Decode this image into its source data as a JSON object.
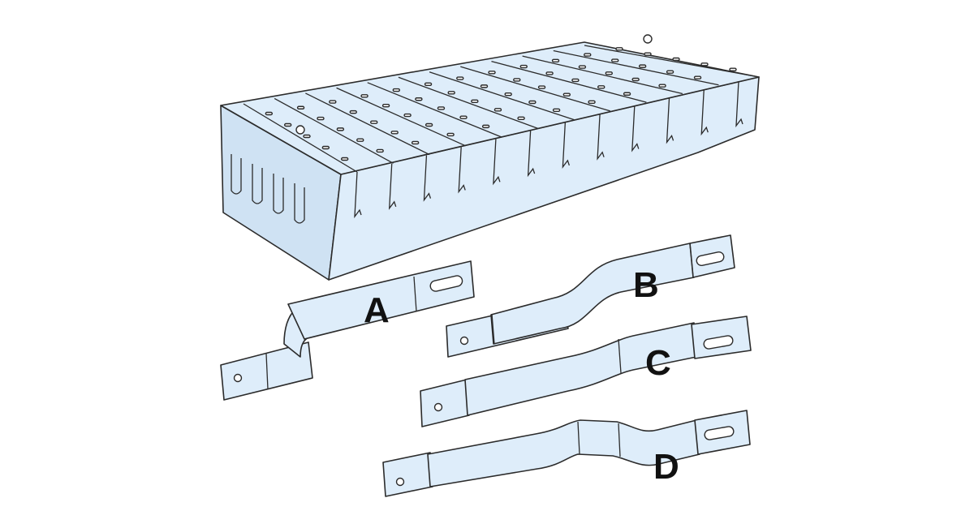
{
  "figure": {
    "labels": [
      "A",
      "B",
      "C",
      "D"
    ],
    "colors": {
      "part_fill": "#deedfa",
      "outline": "#2b2b2b",
      "label": "#111111"
    }
  }
}
